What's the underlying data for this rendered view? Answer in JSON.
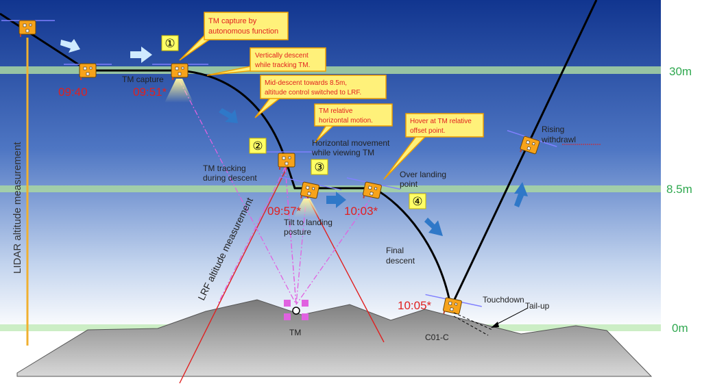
{
  "altitude_labels": {
    "top": "30m",
    "mid": "8.5m",
    "ground": "0m"
  },
  "side_labels": {
    "lidar": "LIDAR altitude measurement",
    "lrf": "LRF altitude measurement"
  },
  "times": {
    "t1": "09:40",
    "t2": "09:51*",
    "t3": "09:57*",
    "t4": "10:03*",
    "t5": "10:05*"
  },
  "step_markers": {
    "s1": "①",
    "s2": "②",
    "s3": "③",
    "s4": "④"
  },
  "callouts": {
    "c1": [
      "TM capture by",
      "autonomous function"
    ],
    "c2": [
      "Vertically descent",
      "while tracking TM."
    ],
    "c3": [
      "Mid-descent towards 8.5m,",
      "altitude control switched to LRF."
    ],
    "c4": [
      "TM relative",
      "horizontal motion."
    ],
    "c5": [
      "Hover at TM relative",
      "offset point."
    ]
  },
  "annotations": {
    "tm_capture": "TM capture",
    "horiz_move": [
      "Horizontal movement",
      "while viewing TM"
    ],
    "tm_tracking": [
      "TM tracking",
      "during descent"
    ],
    "tilt": [
      "Tilt to landing",
      "posture"
    ],
    "over_landing": [
      "Over landing",
      "point"
    ],
    "final_descent": [
      "Final",
      "descent"
    ],
    "rising": [
      "Rising",
      "withdrawl"
    ],
    "touchdown": "Touchdown",
    "tail_up": "Tail-up",
    "tm": "TM",
    "site": "C01-C"
  },
  "colors": {
    "sky_top": "#11358f",
    "sky_bottom": "#ffffff",
    "band": "#a9d7a2",
    "altitude_text": "#2fa84f",
    "time_text": "#e02020",
    "callout_fill": "#fff17a",
    "callout_border": "#f0a000",
    "callout_text": "#e02020",
    "arrow_blue": "#2f78c8",
    "arrow_light": "#cfeaff",
    "terrain": "#6f6f6f",
    "lrf": "#e02020",
    "pink": "#e062e0"
  }
}
